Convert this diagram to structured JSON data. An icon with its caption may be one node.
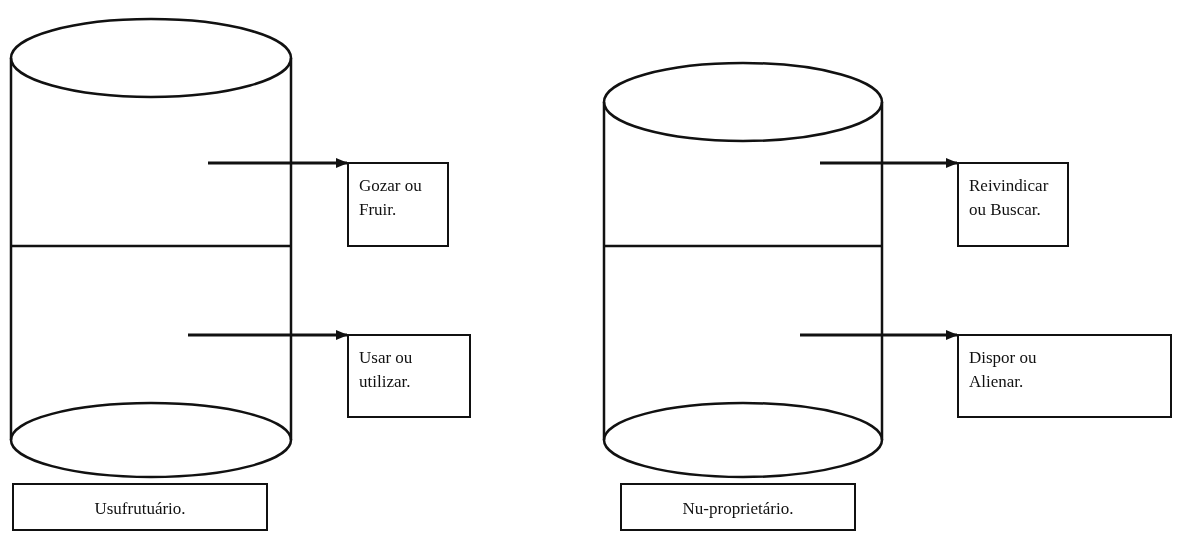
{
  "diagram": {
    "nodes": [
      {
        "text": [],
        "shape": "cylinder"
      },
      {
        "text": [
          "Gozar ou Fruir."
        ]
      },
      {
        "text": [
          "Usar ou utilizar."
        ]
      },
      {
        "text": [],
        "shape": "cylinder"
      },
      {
        "text": [
          "Reivindicar ou Buscar."
        ]
      },
      {
        "text": [
          "Dispor ou Alienar."
        ]
      },
      {
        "text": [
          "Usufrutuário."
        ]
      },
      {
        "text": [
          "Nu-proprietário."
        ]
      }
    ],
    "edges": [
      {
        "from": 0,
        "to": 1,
        "arrow": "to"
      },
      {
        "from": 0,
        "to": 2,
        "arrow": "to"
      },
      {
        "from": 3,
        "to": 4,
        "arrow": "to"
      },
      {
        "from": 3,
        "to": 5,
        "arrow": "to"
      }
    ]
  }
}
